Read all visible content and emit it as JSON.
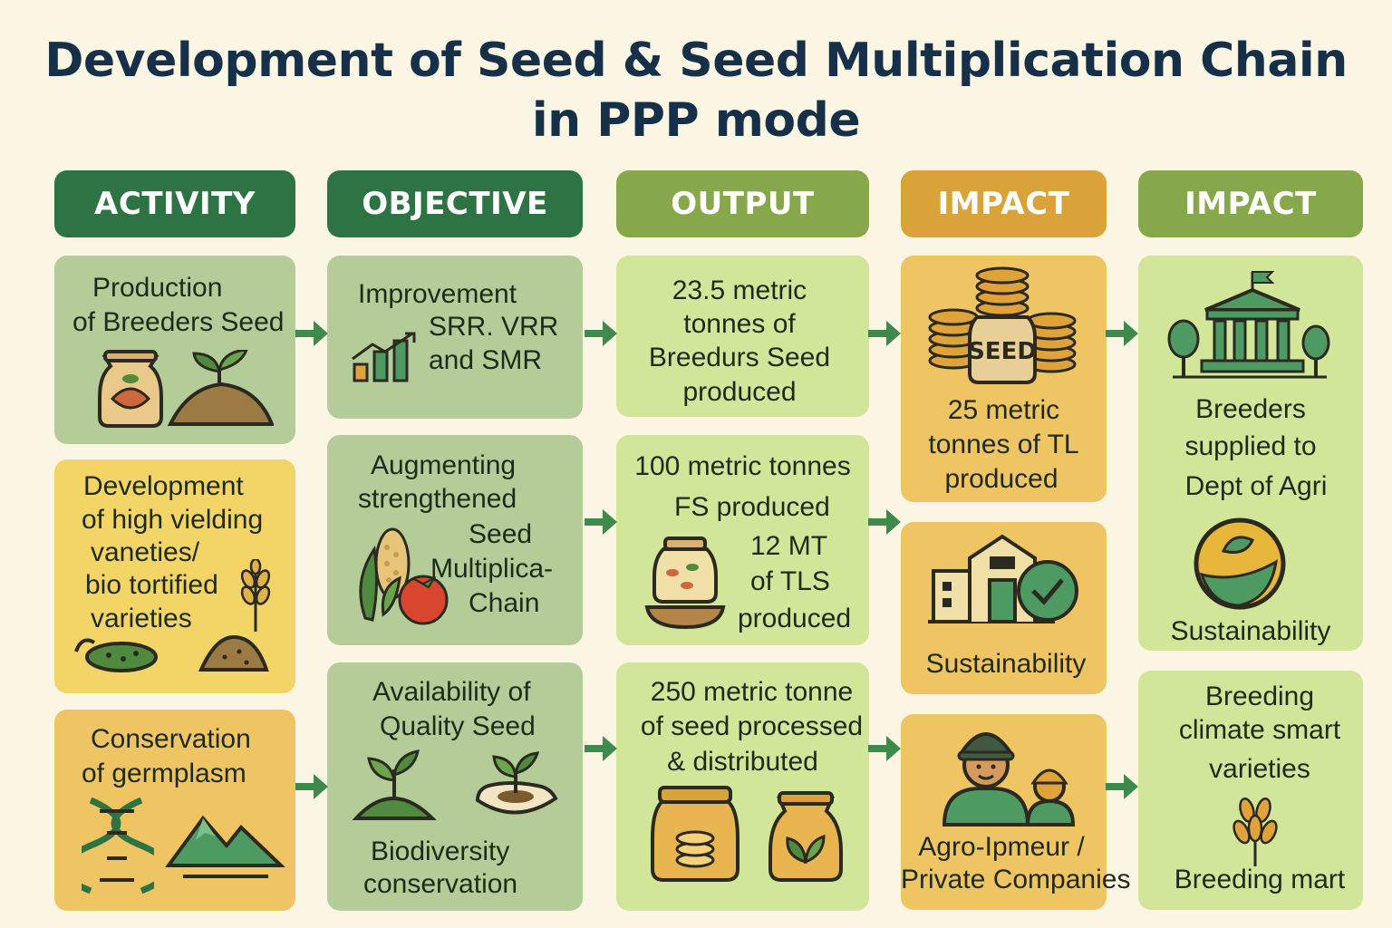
{
  "title": {
    "line1": "Development of Seed & Seed Multiplication Chain",
    "line2": "in PPP mode"
  },
  "headers": [
    "ACTIVITY",
    "OBJECTIVE",
    "OUTPUT",
    "IMPACT",
    "IMPACT"
  ],
  "activity": {
    "a1": {
      "l1": "Production",
      "l2": "of Breeders Seed"
    },
    "a2": {
      "l1": "Development",
      "l2": "of high vielding",
      "l3": "vaneties/",
      "l4": "bio tortified",
      "l5": "varieties"
    },
    "a3": {
      "l1": "Conservation",
      "l2": "of germplasm"
    }
  },
  "objective": {
    "o1": {
      "l1": "Improvement",
      "l2": "SRR. VRR",
      "l3": "and SMR"
    },
    "o2": {
      "l1": "Augmenting",
      "l2": "strengthened",
      "l3": "Seed",
      "l4": "Multiplica-",
      "l5": "Chain"
    },
    "o3": {
      "l1": "Availability of",
      "l2": "Quality Seed",
      "l3": "Biodiversity",
      "l4": "conservation"
    }
  },
  "output": {
    "p1": {
      "l1": "23.5 metric",
      "l2": "tonnes of",
      "l3": "Breedurs Seed",
      "l4": "produced"
    },
    "p2": {
      "l1": "100 metric tonnes",
      "l2": "FS produced",
      "l3": "12 MT",
      "l4": "of TLS",
      "l5": "produced"
    },
    "p3": {
      "l1": "250 metric tonne",
      "l2": "of seed processed",
      "l3": "& distributed"
    }
  },
  "impact1": {
    "i1": {
      "jar_label": "SEED",
      "l1": "25 metric",
      "l2": "tonnes of TL",
      "l3": "produced"
    },
    "i2": {
      "l1": "Sustainability"
    },
    "i3": {
      "l1": "Agro-Ipmeur /",
      "l2": "Private Companies"
    }
  },
  "impact2": {
    "j1": {
      "l1": "Breeders",
      "l2": "supplied to",
      "l3": "Dept of Agri",
      "l4": "Sustainability"
    },
    "j2": {
      "l1": "Breeding",
      "l2": "climate smart",
      "l3": "varieties",
      "l4": "Breeding mart"
    }
  },
  "colors": {
    "dark_green": "#2e7344",
    "olive_green": "#86a84a",
    "gold": "#d9a33a",
    "card_sage": "#b3cc98",
    "card_lime": "#d2e69a",
    "card_yellow": "#f2d566",
    "card_amber": "#efc462",
    "arrow": "#3e8a4c"
  }
}
